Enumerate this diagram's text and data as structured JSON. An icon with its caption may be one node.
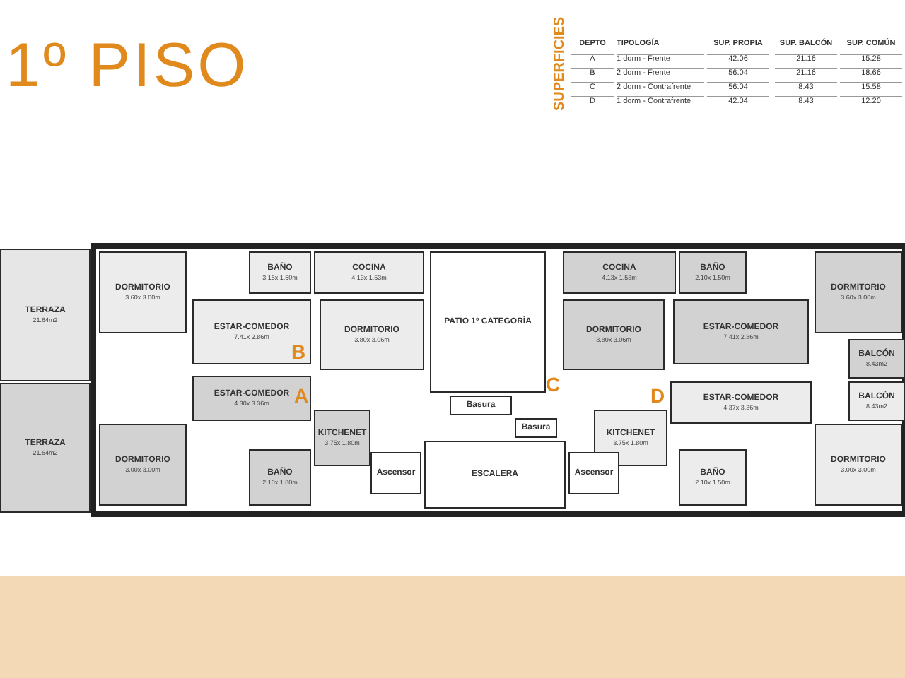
{
  "diagram": {
    "title": "1º PISO",
    "nodes": [
      {
        "text": [
          "TERRAZA",
          "21.64m2"
        ]
      },
      {
        "text": [
          "TERRAZA",
          "21.64m2"
        ]
      },
      {
        "text": [
          "DORMITORIO",
          "3.60x 3.00m"
        ]
      },
      {
        "text": [
          "BAÑO",
          "3.15x 1.50m"
        ]
      },
      {
        "text": [
          "COCINA",
          "4.13x 1.53m"
        ]
      },
      {
        "text": [
          "ESTAR-COMEDOR",
          "7.41x 2.86m"
        ]
      },
      {
        "text": [
          "DORMITORIO",
          "3.80x 3.06m"
        ]
      },
      {
        "text": [
          "PATIO 1º CATEGORÍA"
        ]
      },
      {
        "text": [
          "COCINA",
          "4.13x 1.53m"
        ]
      },
      {
        "text": [
          "BAÑO",
          "2.10x 1.50m"
        ]
      },
      {
        "text": [
          "DORMITORIO",
          "3.60x 3.00m"
        ]
      },
      {
        "text": [
          "DORMITORIO",
          "3.80x 3.06m"
        ]
      },
      {
        "text": [
          "ESTAR-COMEDOR",
          "7.41x 2.86m"
        ]
      },
      {
        "text": [
          "BALCÓN",
          "8.43m2"
        ]
      },
      {
        "text": [
          "ESTAR-COMEDOR",
          "4.30x 3.36m"
        ]
      },
      {
        "text": [
          "Basura"
        ]
      },
      {
        "text": [
          "ESTAR-COMEDOR",
          "4.37x 3.36m"
        ]
      },
      {
        "text": [
          "BALCÓN",
          "8.43m2"
        ]
      },
      {
        "text": [
          "Basura"
        ]
      },
      {
        "text": [
          "KITCHENET",
          "3.75x 1.80m"
        ]
      },
      {
        "text": [
          "KITCHENET",
          "3.75x 1.80m"
        ]
      },
      {
        "text": [
          "ESCALERA"
        ]
      },
      {
        "text": [
          "DORMITORIO",
          "3.00x 3.00m"
        ]
      },
      {
        "text": [
          "Ascensor"
        ]
      },
      {
        "text": [
          "Ascensor"
        ]
      },
      {
        "text": [
          "DORMITORIO",
          "3.00x 3.00m"
        ]
      },
      {
        "text": [
          "BAÑO",
          "2.10x 1.80m"
        ]
      },
      {
        "text": [
          "BAÑO",
          "2.10x 1.50m"
        ]
      }
    ],
    "labels": [
      "SUPERFICIES",
      "DEPTO",
      "TIPOLOGÍA",
      "SUP. PROPIA",
      "SUP. BALCÓN",
      "SUP. COMÚN",
      "A",
      "1 dorm - Frente",
      "42.06",
      "21.16",
      "15.28",
      "B",
      "2 dorm - Frente",
      "56.04",
      "21.16",
      "18.66",
      "C",
      "2 dorm - Contrafrente",
      "56.04",
      "8.43",
      "15.58",
      "D",
      "1 dorm - Contrafrente",
      "42.04",
      "8.43",
      "12.20",
      "B",
      "C",
      "A",
      "D"
    ]
  }
}
